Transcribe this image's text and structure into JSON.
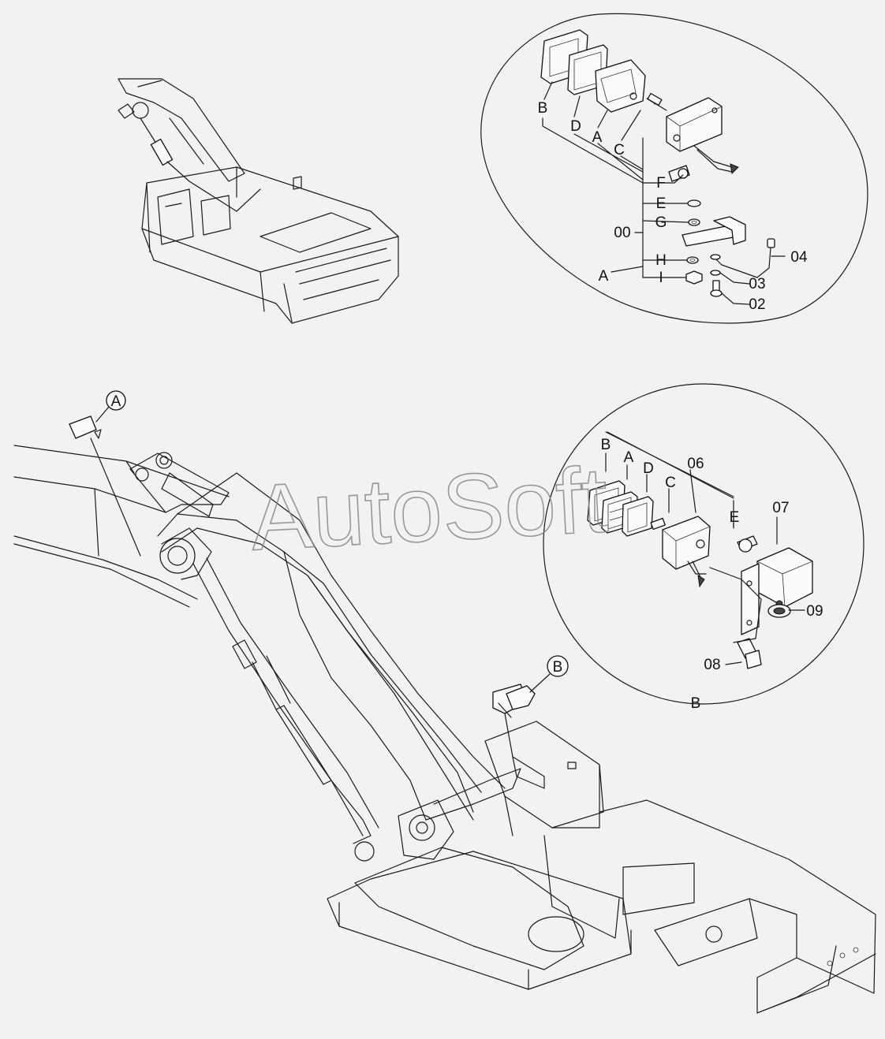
{
  "watermark": "AutoSoft",
  "callouts": {
    "main_a": "A",
    "main_b": "B"
  },
  "detail_a": {
    "title": "A",
    "group_label": "00",
    "letters": {
      "b": "B",
      "d": "D",
      "a": "A",
      "c": "C",
      "f": "F",
      "e": "E",
      "g": "G",
      "h": "H",
      "i": "I"
    },
    "parts": {
      "p04": "04",
      "p03": "03",
      "p02": "02"
    }
  },
  "detail_b": {
    "title": "B",
    "letters": {
      "b": "B",
      "a": "A",
      "d": "D",
      "c": "C",
      "e": "E"
    },
    "parts": {
      "p06": "06",
      "p07": "07",
      "p08": "08",
      "p09": "09"
    }
  }
}
